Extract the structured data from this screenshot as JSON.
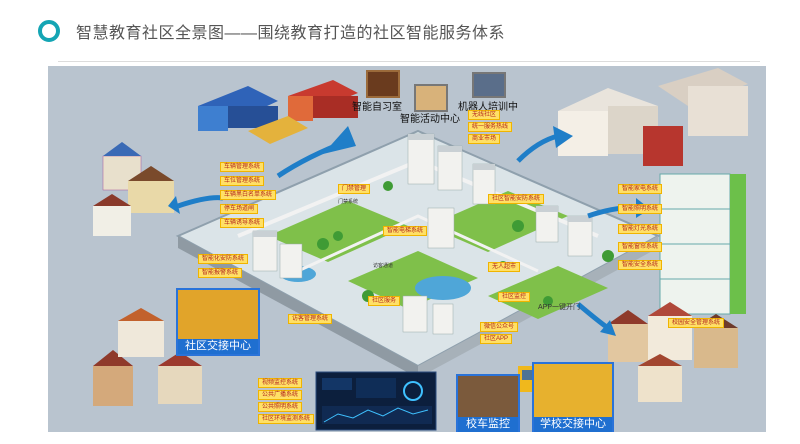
{
  "header": {
    "title": "智慧教育社区全景图——围绕教育打造的社区智能服务体系"
  },
  "top_labels": {
    "study_room": "智能自习室",
    "activity_center": "智能活动中心",
    "robot_training": "机器人培训中"
  },
  "captions": {
    "community_handover": "社区交接中心",
    "bus_monitor": "校车监控",
    "school_handover": "学校交接中心"
  },
  "tags_left": [
    "车辆管理系统",
    "车位管理系统",
    "车辆黑白名单系统",
    "停车场道闸",
    "车辆诱导系统"
  ],
  "tags_left2": [
    "智能化安防系统",
    "智能报警系统"
  ],
  "tags_right": [
    "智能家电系统",
    "智能照明系统",
    "智能灯光系统",
    "智能窗帘系统",
    "智能安全系统"
  ],
  "tags_bottom_left": [
    "视频监控系统",
    "公共广播系统",
    "公共照明系统",
    "社区环境监测系统"
  ],
  "tags_center": [
    "无线社区",
    "统一服务热线",
    "商业市场",
    "门禁管理",
    "社区智能安防系统",
    "智能电梯系统",
    "访客管理系统",
    "社区服务",
    "微信公众号",
    "社区APP",
    "无人超市",
    "社区监控"
  ],
  "tags_school": [
    "校园安全管理系统"
  ],
  "text_center": {
    "app_open": "APP一键开门",
    "parking": "门禁系统",
    "visitor": "访客通道"
  }
}
